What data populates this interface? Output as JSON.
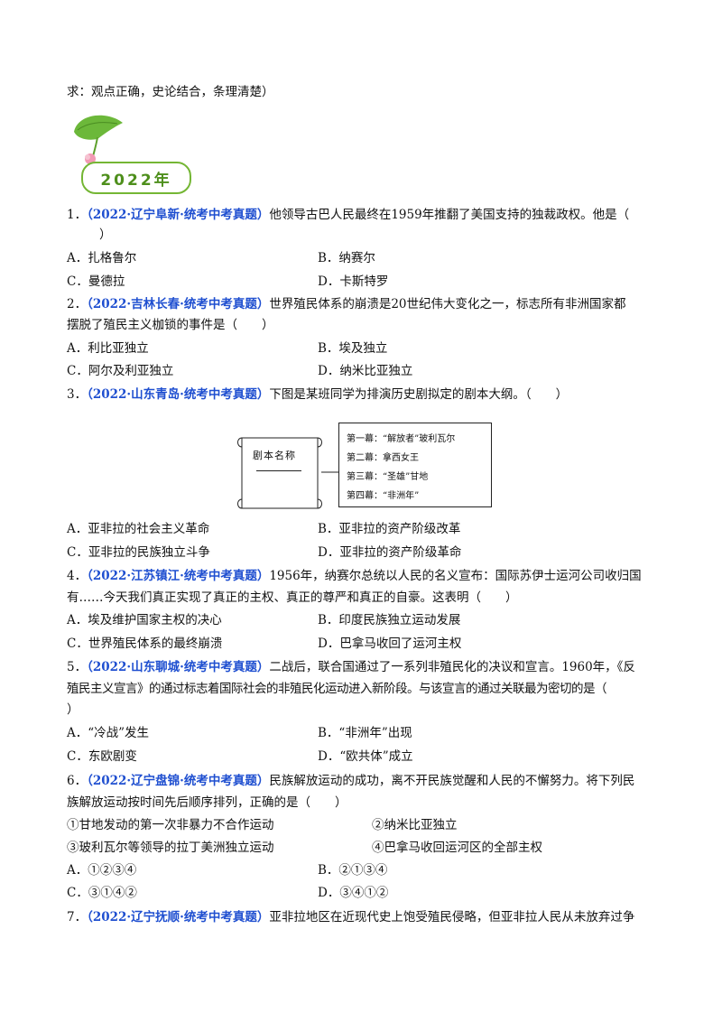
{
  "intro": "求：观点正确，史论结合，条理清楚）",
  "year_badge": "2022年",
  "questions": [
    {
      "num": "1．",
      "source": "（2022·辽宁阜新·统考中考真题）",
      "stem": [
        "他领导古巴人民最终在1959年推翻了美国支持的独裁政权。他是（",
        "）"
      ],
      "options": [
        "A．扎格鲁尔",
        "B．纳赛尔",
        "C．曼德拉",
        "D．卡斯特罗"
      ]
    },
    {
      "num": "2．",
      "source": "（2022·吉林长春·统考中考真题）",
      "stem": [
        "世界殖民体系的崩溃是20世纪伟大变化之一，标志所有非洲国家都",
        "摆脱了殖民主义枷锁的事件是（　　）"
      ],
      "options": [
        "A．利比亚独立",
        "B．埃及独立",
        "C．阿尔及利亚独立",
        "D．纳米比亚独立"
      ]
    },
    {
      "num": "3．",
      "source": "（2022·山东青岛·统考中考真题）",
      "stem": [
        "下图是某班同学为排演历史剧拟定的剧本大纲。（　　）"
      ],
      "diagram": {
        "scroll_label": "剧本名称",
        "acts": [
          "第一幕：“解放者”玻利瓦尔",
          "第二幕：拿西女王",
          "第三幕：“圣雄”甘地",
          "第四幕：“非洲年”"
        ]
      },
      "options": [
        "A．亚非拉的社会主义革命",
        "B．亚非拉的资产阶级改革",
        "C．亚非拉的民族独立斗争",
        "D．亚非拉的资产阶级革命"
      ]
    },
    {
      "num": "4．",
      "source": "（2022·江苏镇江·统考中考真题）",
      "stem": [
        "1956年，纳赛尔总统以人民的名义宣布：国际苏伊士运河公司收归国",
        "有……今天我们真正实现了真正的主权、真正的尊严和真正的自豪。这表明（　　）"
      ],
      "options": [
        "A．埃及维护国家主权的决心",
        "B．印度民族独立运动发展",
        "C．世界殖民体系的最终崩溃",
        "D．巴拿马收回了运河主权"
      ]
    },
    {
      "num": "5．",
      "source": "（2022·山东聊城·统考中考真题）",
      "stem": [
        "二战后，联合国通过了一系列非殖民化的决议和宣言。1960年，《反",
        "殖民主义宣言》的通过标志着国际社会的非殖民化运动进入新阶段。与该宣言的通过关联最为密切的是（",
        "）"
      ],
      "options": [
        "A．“冷战”发生",
        "B．“非洲年”出现",
        "C．东欧剧变",
        "D．“欧共体”成立"
      ]
    },
    {
      "num": "6．",
      "source": "（2022·辽宁盘锦·统考中考真题）",
      "stem": [
        "民族解放运动的成功，离不开民族觉醒和人民的不懈努力。将下列民",
        "族解放运动按时间先后顺序排列，正确的是（　　）"
      ],
      "statements": [
        "①甘地发动的第一次非暴力不合作运动",
        "②纳米比亚独立",
        "③玻利瓦尔等领导的拉丁美洲独立运动",
        "④巴拿马收回运河区的全部主权"
      ],
      "options": [
        "A．①②③④",
        "B．②①③④",
        "C．③①④②",
        "D．③④①②"
      ]
    },
    {
      "num": "7．",
      "source": "（2022·辽宁抚顺·统考中考真题）",
      "stem": [
        "亚非拉地区在近现代史上饱受殖民侵略，但亚非拉人民从未放弃过争"
      ]
    }
  ]
}
